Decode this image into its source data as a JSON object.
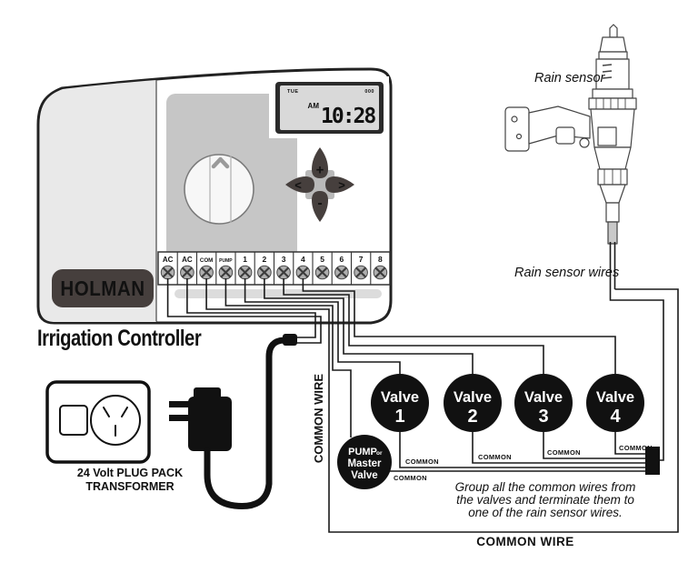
{
  "controller": {
    "brand": "HOLMAN",
    "label": "Irrigation Controller",
    "lcd": {
      "day": "TUE",
      "station": "000",
      "ampm": "AM",
      "time": "10:28"
    },
    "nav": {
      "plus": "+",
      "minus": "-",
      "left": "<",
      "right": ">"
    },
    "terminals": [
      "AC",
      "AC",
      "COM",
      "PUMP",
      "1",
      "2",
      "3",
      "4",
      "5",
      "6",
      "7",
      "8"
    ]
  },
  "transformer": {
    "caption_line1": "24 Volt PLUG PACK",
    "caption_line2": "TRANSFORMER"
  },
  "rain_sensor": {
    "label": "Rain sensor",
    "wires_label": "Rain sensor wires"
  },
  "valves": [
    {
      "name": "Valve",
      "number": "1"
    },
    {
      "name": "Valve",
      "number": "2"
    },
    {
      "name": "Valve",
      "number": "3"
    },
    {
      "name": "Valve",
      "number": "4"
    }
  ],
  "pump_valve": {
    "word1": "PUMP",
    "word2": "or",
    "word3": "Master",
    "word4": "Valve"
  },
  "wiring": {
    "common_wire_vertical": "COMMON WIRE",
    "common_wire_bottom": "COMMON WIRE",
    "common_label": "COMMON",
    "note_line1": "Group all the common wires from",
    "note_line2": "the valves and terminate them to",
    "note_line3": "one of the rain sensor wires."
  },
  "colors": {
    "ink": "#111111",
    "dark_gray": "#463f3d",
    "panel_gray": "#c6c6c6",
    "door_gray": "#e9e9e9",
    "lcd_screen": "#d9d9d9"
  }
}
